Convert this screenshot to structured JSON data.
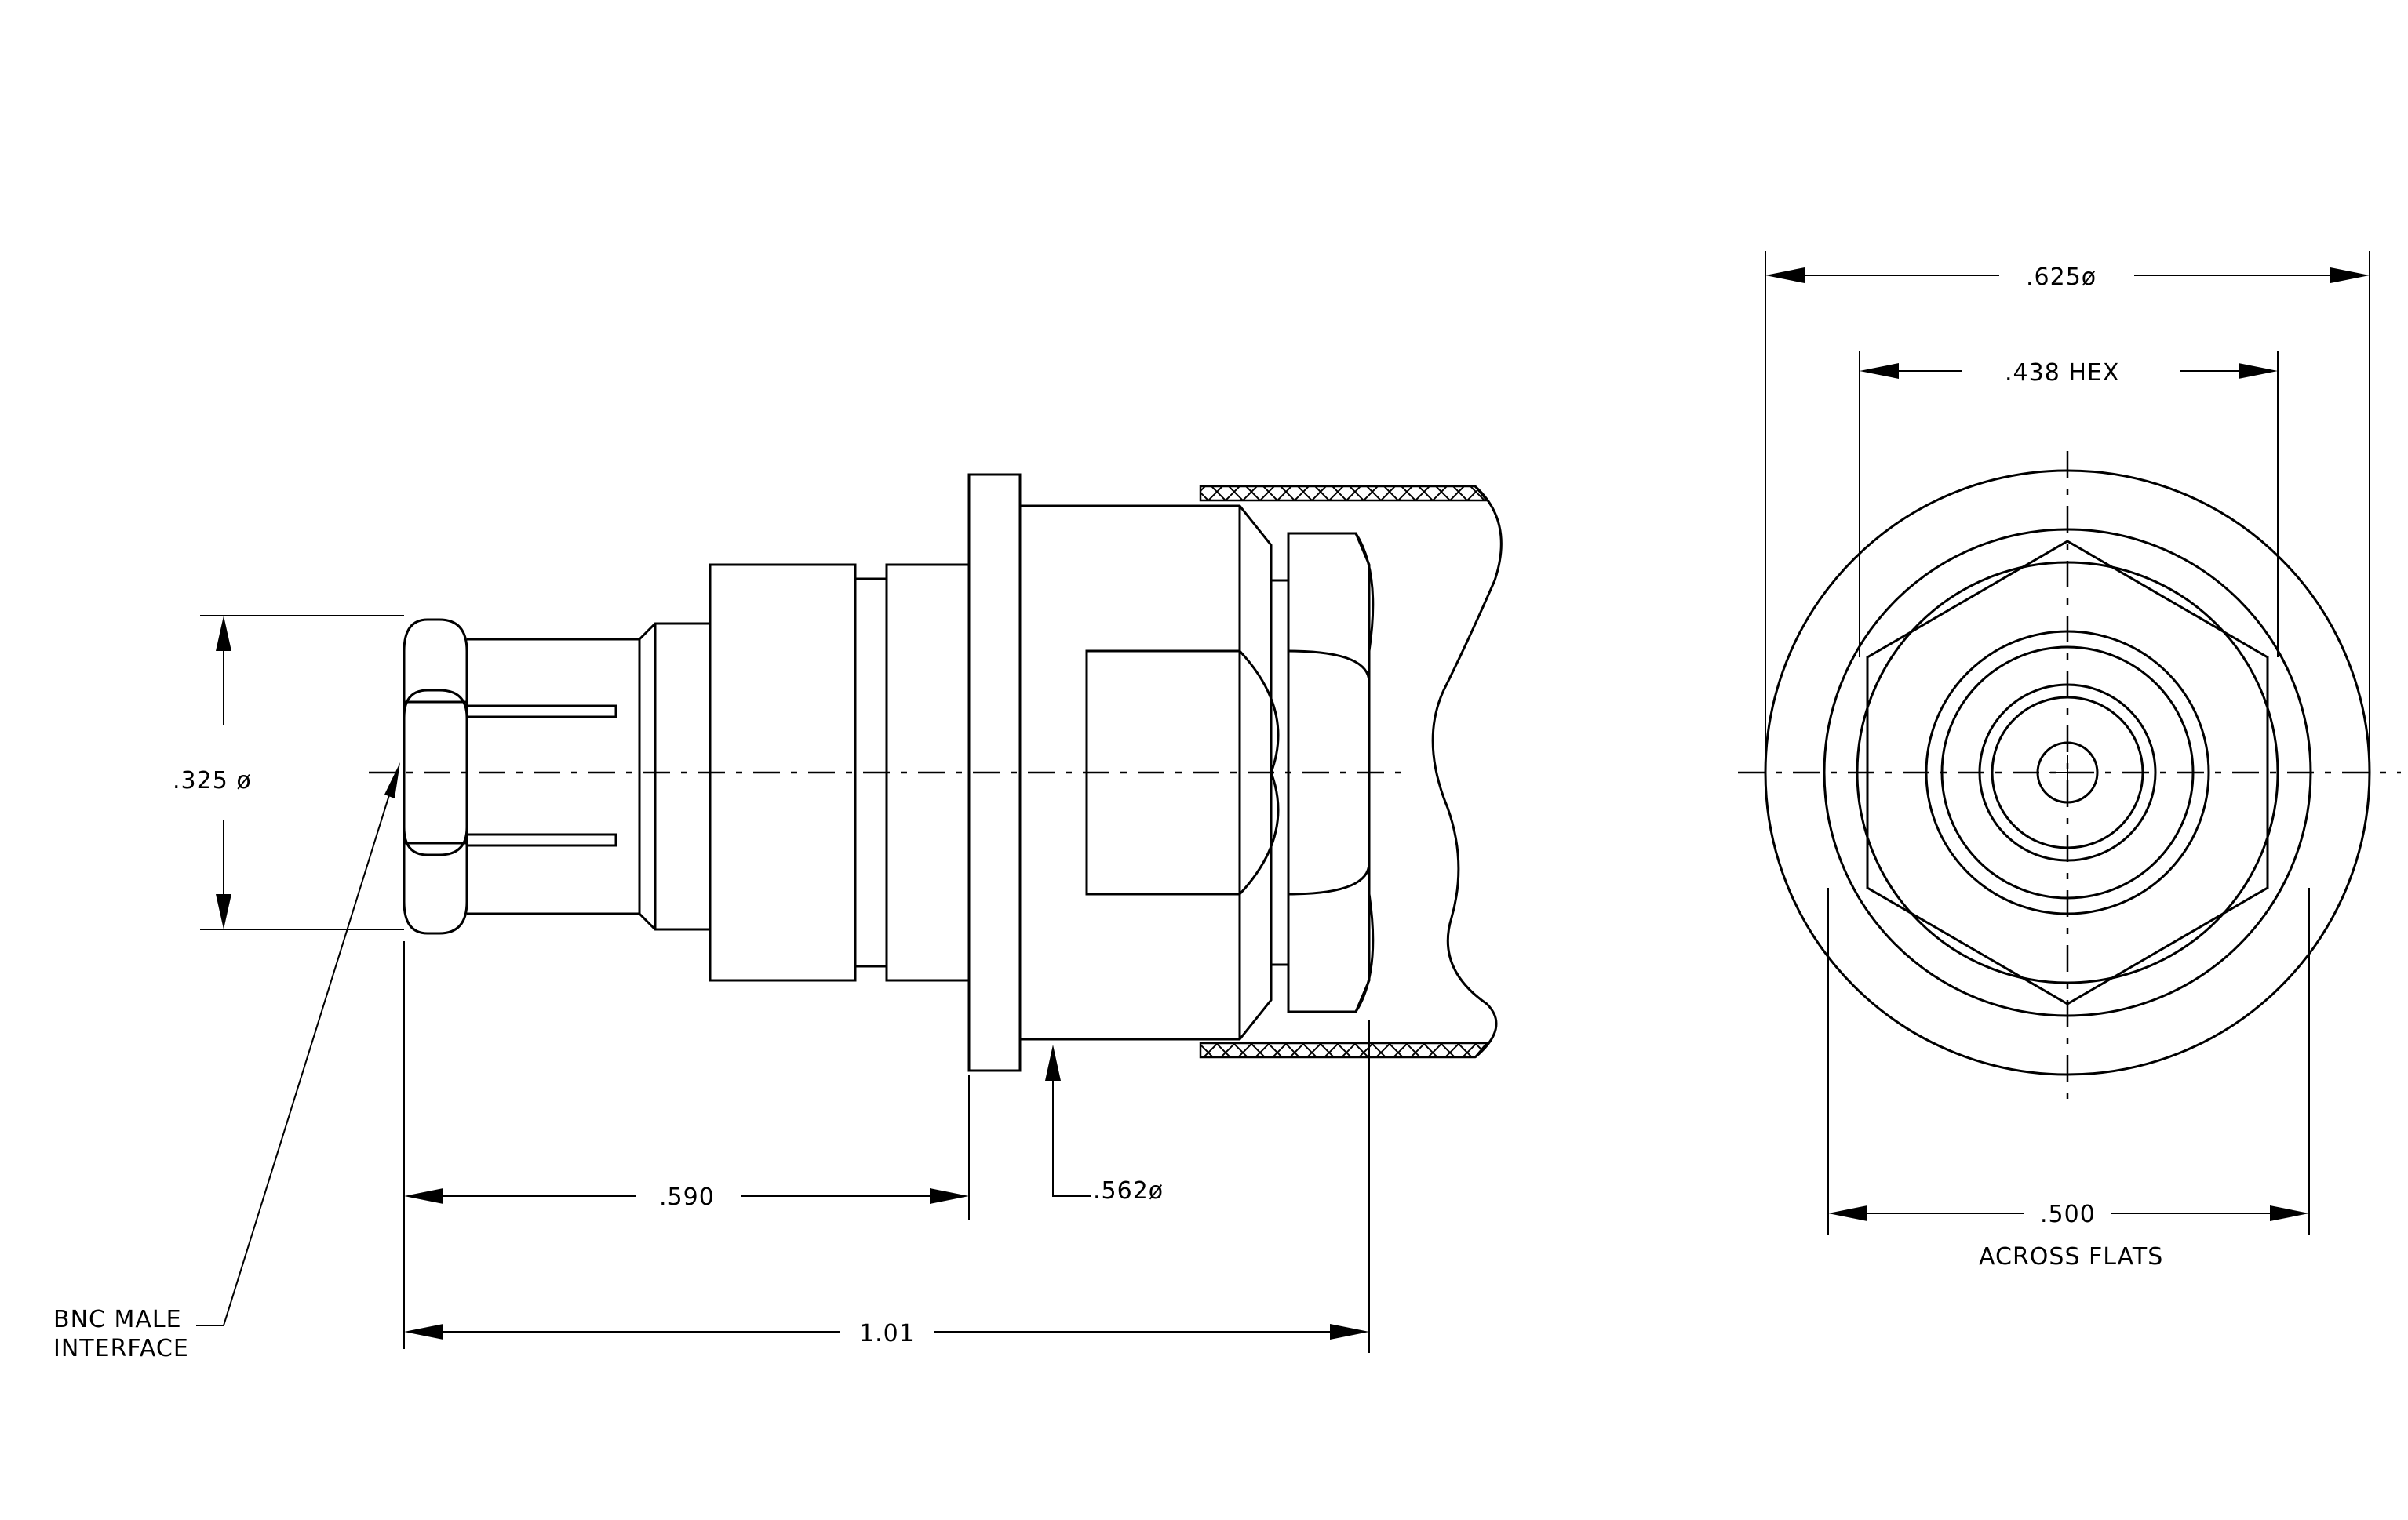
{
  "side_view": {
    "dims": {
      "diameter_325": ".325 ø",
      "length_590": ".590",
      "diameter_562": ".562ø",
      "length_101": "1.01"
    },
    "callout": {
      "line1": "BNC  MALE",
      "line2": "INTERFACE"
    }
  },
  "end_view": {
    "dims": {
      "diameter_625": ".625ø",
      "hex_438": ".438  HEX",
      "flats_500": ".500",
      "flats_label": "ACROSS  FLATS"
    }
  }
}
